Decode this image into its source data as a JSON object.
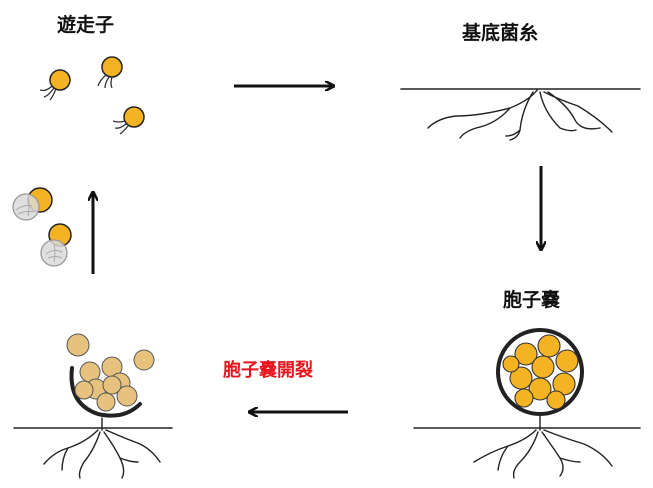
{
  "stages": {
    "zoospore": "遊走子",
    "basal_hyphae": "基底菌糸",
    "sporangium": "胞子嚢",
    "sporangium_dehiscence": "胞子嚢開裂"
  },
  "colors": {
    "spore_orange": "#f4b323",
    "spore_faded": "#e6c27e",
    "spore_ghost": "#d9d9d9",
    "label_red": "#e8131c",
    "line": "#111111"
  }
}
